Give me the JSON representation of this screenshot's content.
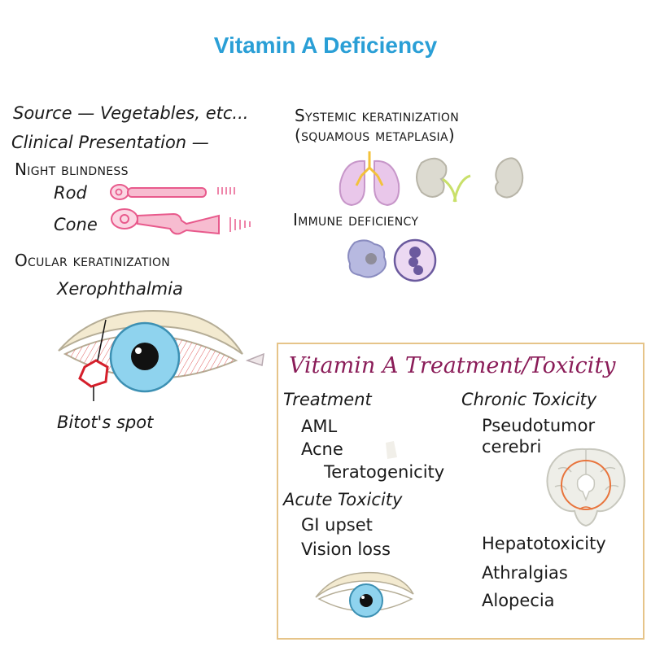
{
  "title": "Vitamin A Deficiency",
  "left": {
    "source": "Source — Vegetables, etc...",
    "clinical": "Clinical Presentation —",
    "night_blindness": "Night blindness",
    "rod": "Rod",
    "cone": "Cone",
    "ocular": "Ocular keratinization",
    "xerophthalmia": "Xerophthalmia",
    "bitot": "Bitot's spot"
  },
  "right": {
    "systemic_line1": "Systemic keratinization",
    "systemic_line2": "(squamous metaplasia)",
    "immune": "Immune deficiency"
  },
  "box": {
    "title": "Vitamin A Treatment/Toxicity",
    "treatment_heading": "Treatment",
    "treatment_items": [
      "AML",
      "Acne"
    ],
    "teratogenicity": "Teratogenicity",
    "acute_heading": "Acute Toxicity",
    "acute_items": [
      "GI upset",
      "Vision loss"
    ],
    "chronic_heading": "Chronic Toxicity",
    "chronic_item_line1": "Pseudotumor",
    "chronic_item_line2": "cerebri",
    "other_items": [
      "Hepatotoxicity",
      "Athralgias",
      "Alopecia"
    ]
  },
  "colors": {
    "title": "#2a9fd6",
    "box_title": "#8a1c58",
    "box_border": "#e6c489",
    "photoreceptor": "#e85a8c",
    "iris": "#8fd3ee",
    "sclera_lines": "#e06060",
    "eyelid": "#f3ead0",
    "lung": "#e9c7ea",
    "kidney": "#dcdad0",
    "cell_purple": "#6b5a9e"
  },
  "icons": [
    "rod-cell-icon",
    "cone-cell-icon",
    "eye-icon",
    "lungs-icon",
    "kidney-icon",
    "macrophage-icon",
    "neutrophil-icon",
    "brain-icon"
  ]
}
